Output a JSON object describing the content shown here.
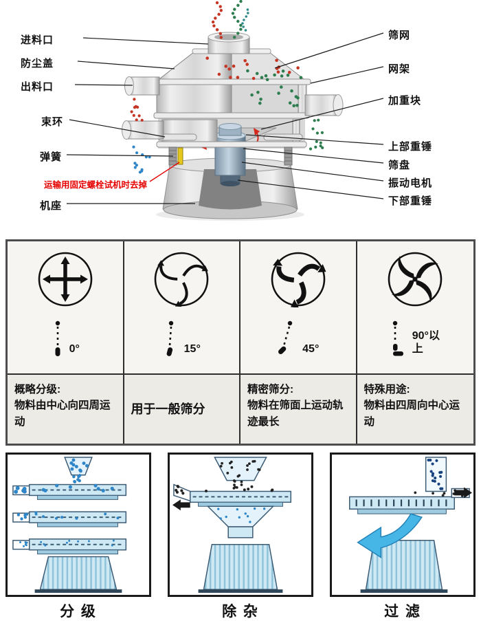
{
  "palette": {
    "red_particles": "#c43524",
    "green_particles": "#2e7d4f",
    "blue_particles": "#2e86c8",
    "teal_particles": "#2e8b8b",
    "note_red": "#e60000",
    "flow_arrow_cyan": "#45b6e6"
  },
  "machine": {
    "labels_left": [
      {
        "text": "进料口"
      },
      {
        "text": "防尘盖"
      },
      {
        "text": "出料口"
      },
      {
        "text": "束环"
      },
      {
        "text": "弹簧"
      },
      {
        "text": "运输用固定螺栓试机时去掉"
      },
      {
        "text": "机座"
      }
    ],
    "labels_right": [
      {
        "text": "筛网"
      },
      {
        "text": "网架"
      },
      {
        "text": "加重块"
      },
      {
        "text": "上部重锤"
      },
      {
        "text": "筛盘"
      },
      {
        "text": "振动电机"
      },
      {
        "text": "下部重锤"
      }
    ]
  },
  "angle_table": {
    "cells": [
      {
        "angle": "0°",
        "title": "概略分级:",
        "desc": "物料由中心向四周运动"
      },
      {
        "angle": "15°",
        "title": "",
        "desc": "用于一般筛分"
      },
      {
        "angle": "45°",
        "title": "精密筛分:",
        "desc": "物料在筛面上运动轨迹最长"
      },
      {
        "angle": "90°以上",
        "title": "特殊用途:",
        "desc": "物料由四周向中心运动"
      }
    ]
  },
  "modes": [
    {
      "label": "分 级"
    },
    {
      "label": "除 杂"
    },
    {
      "label": "过 滤"
    }
  ]
}
